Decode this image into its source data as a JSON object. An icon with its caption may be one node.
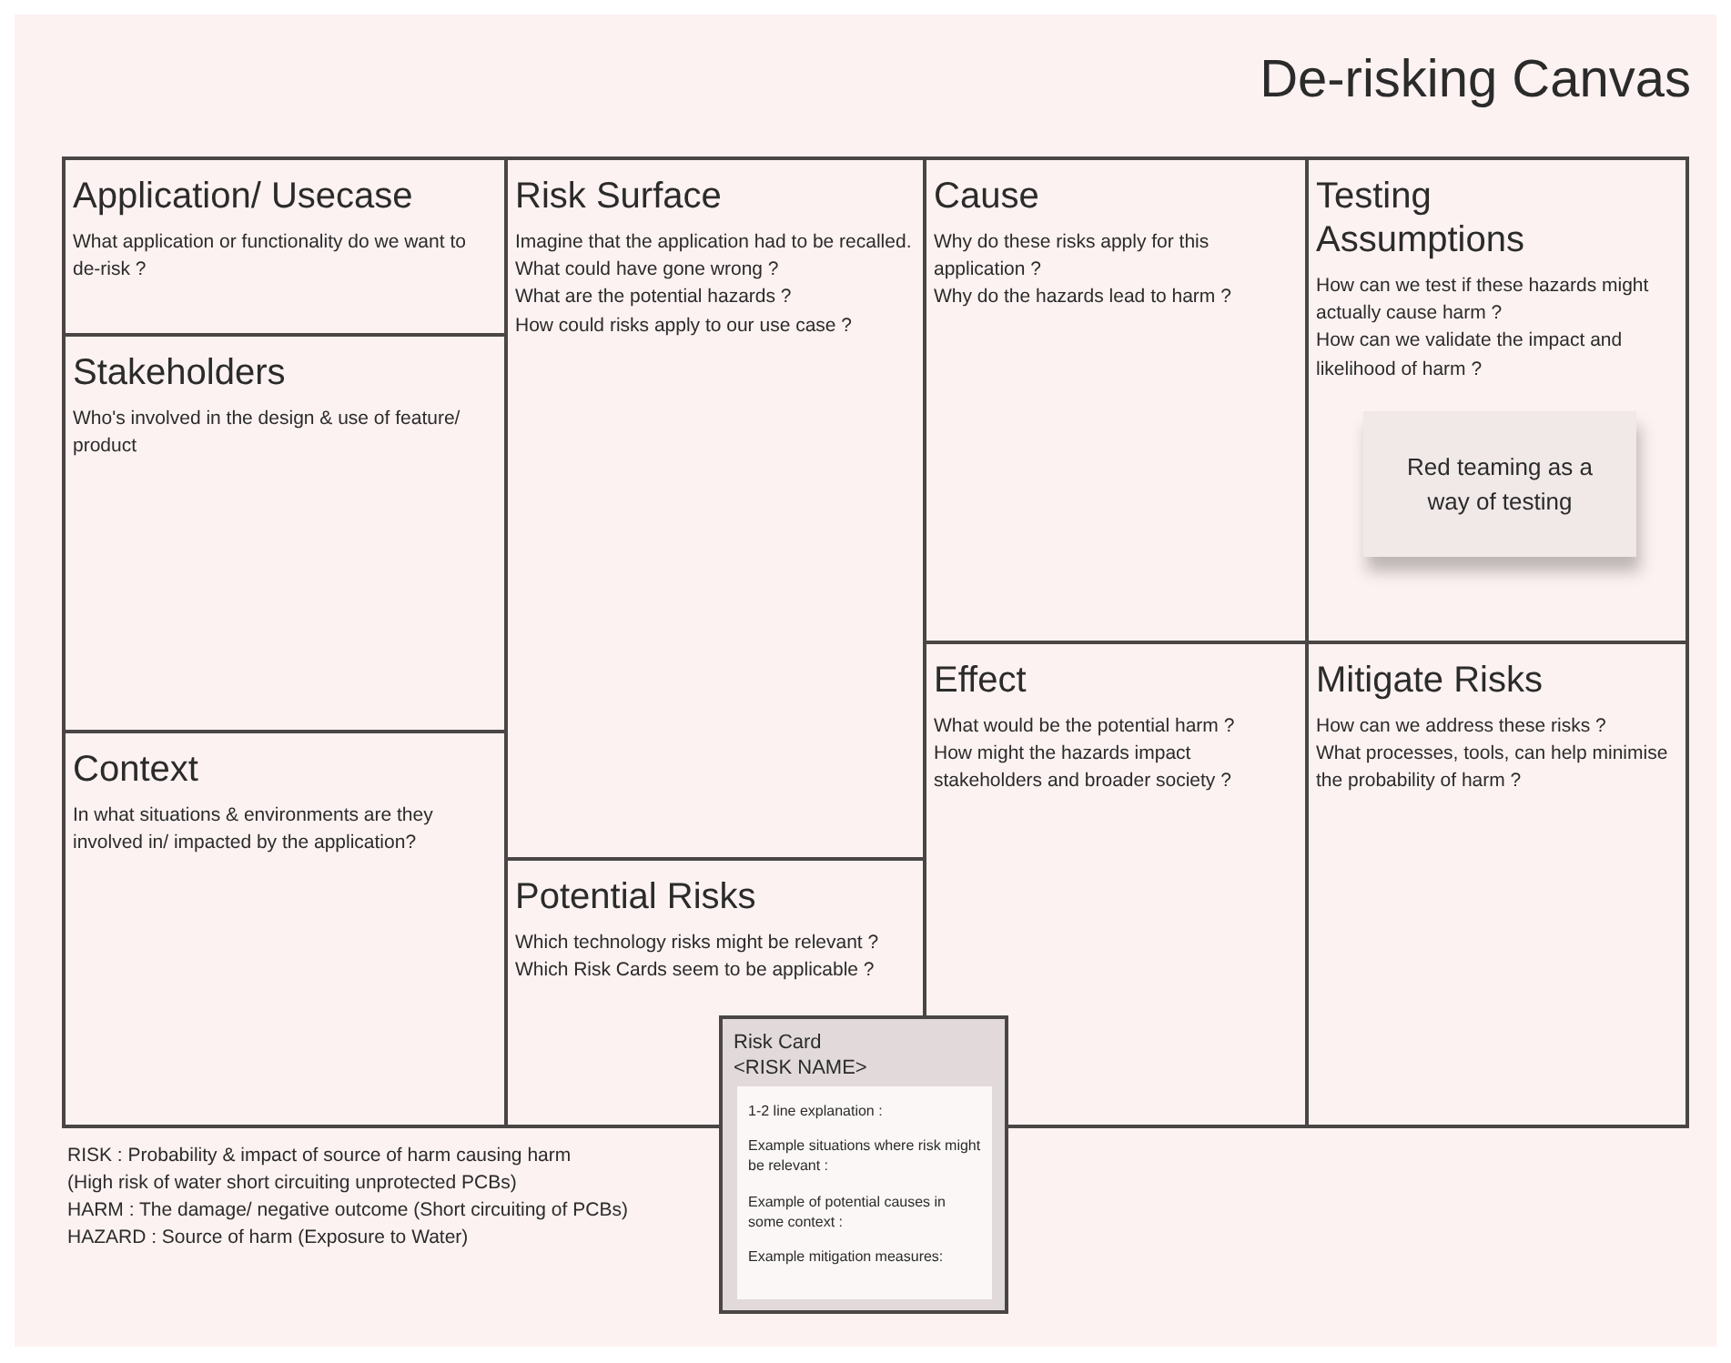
{
  "diagram": {
    "title": "De-risking Canvas",
    "nodes": [
      {
        "text": [
          "Application/ Usecase",
          "What application or functionality do we want to de-risk ?"
        ]
      },
      {
        "text": [
          "Risk Surface",
          "Imagine that the application had to be recalled.",
          "What could have gone wrong ?",
          "What are the potential hazards ?",
          "How could risks apply to our use case ?"
        ]
      },
      {
        "text": [
          "Cause",
          "Why do these risks apply for this application ?",
          "Why do the hazards lead to harm ?"
        ]
      },
      {
        "text": [
          "Testing Assumptions",
          "How can we test if these hazards might actually cause harm ?",
          "How can we validate the impact and likelihood of harm ?"
        ]
      },
      {
        "text": [
          "Red teaming as a way of testing"
        ],
        "in": 3
      },
      {
        "text": [
          "Stakeholders",
          "Who's involved in the design & use of feature/ product"
        ]
      },
      {
        "text": [
          "Context",
          "In what situations & environments are they involved in/ impacted by the application?"
        ]
      },
      {
        "text": [
          "Potential Risks",
          "Which technology risks might be relevant ?",
          "Which Risk Cards seem to be applicable ?"
        ]
      },
      {
        "text": [
          "Effect",
          "What would be the potential harm ?",
          "How might the hazards impact stakeholders and broader society ?"
        ]
      },
      {
        "text": [
          "Mitigate Risks",
          "How can we address these risks ?",
          "What processes, tools, can help minimise the probability of harm ?"
        ]
      },
      {
        "text": [
          "Risk Card",
          "<RISK NAME>"
        ]
      },
      {
        "text": [
          "1-2 line explanation :",
          "Example situations where risk might be relevant :",
          "Example of potential causes in some context :",
          "Example mitigation measures:"
        ],
        "in": 10
      }
    ],
    "edges": [],
    "labels": [
      "RISK : Probability & impact of source of harm causing harm",
      "(High risk of water short circuiting unprotected PCBs)",
      "HARM : The damage/ negative outcome (Short circuiting of PCBs)",
      "HAZARD : Source of harm (Exposure to Water)"
    ]
  }
}
